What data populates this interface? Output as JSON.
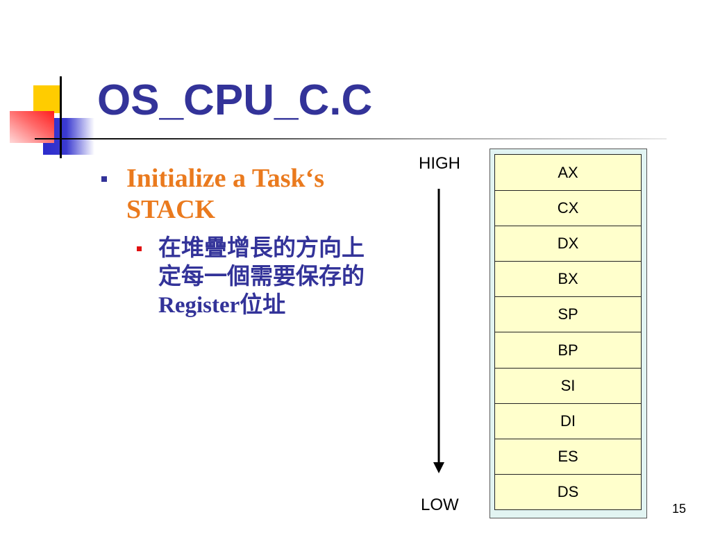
{
  "slide": {
    "title": "OS_CPU_C.C",
    "page_number": "15"
  },
  "content": {
    "bullet_lines": [
      "Initialize a Task‘s",
      "STACK"
    ],
    "sub_bullet_lines": [
      "在堆疊增長的方向上",
      "定每一個需要保存的",
      "Register位址"
    ]
  },
  "stack_diagram": {
    "high_label": "HIGH",
    "low_label": "LOW",
    "registers": [
      "AX",
      "CX",
      "DX",
      "BX",
      "SP",
      "BP",
      "SI",
      "DI",
      "ES",
      "DS"
    ]
  },
  "colors": {
    "title": "#333399",
    "bullet_text": "#EA7A1E",
    "sub_bullet_text": "#333399",
    "bullet_marker": "#333399",
    "sub_bullet_marker": "#E01010",
    "cell_fill": "#FFFFCC",
    "diagram_background": "#E2F4F2"
  }
}
